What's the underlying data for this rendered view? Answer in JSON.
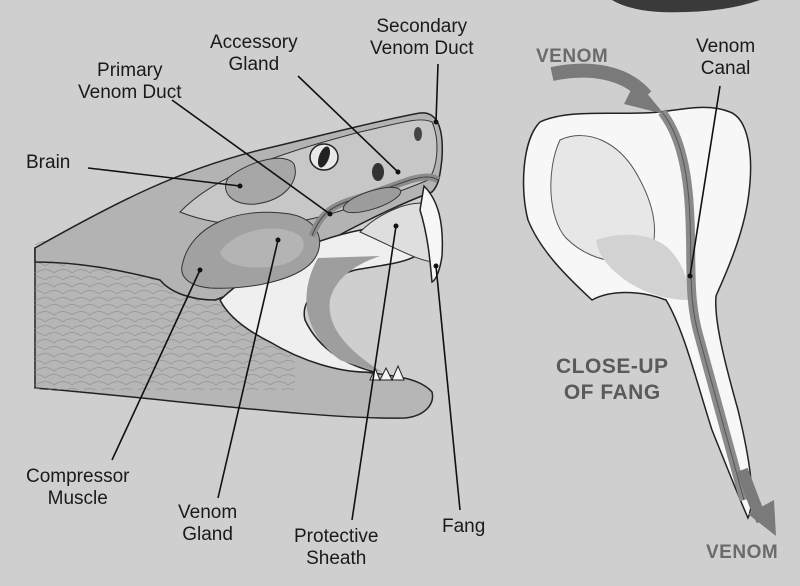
{
  "labels": {
    "secondary_venom_duct": [
      "Secondary",
      "Venom Duct"
    ],
    "accessory_gland": [
      "Accessory",
      "Gland"
    ],
    "primary_venom_duct": [
      "Primary",
      "Venom Duct"
    ],
    "brain": "Brain",
    "compressor_muscle": [
      "Compressor",
      "Muscle"
    ],
    "venom_gland": [
      "Venom",
      "Gland"
    ],
    "protective_sheath": [
      "Protective",
      "Sheath"
    ],
    "fang": "Fang",
    "venom_canal": [
      "Venom",
      "Canal"
    ]
  },
  "closeup_title": [
    "CLOSE-UP",
    "OF FANG"
  ],
  "venom_in": "VENOM",
  "venom_out": "VENOM",
  "colors": {
    "background": "#cfcfcf",
    "head": "#b9b9b9",
    "head_light": "#d6d6d6",
    "mouth": "#f2f2f2",
    "gland": "#a4a4a4",
    "fang_bone": "#f6f6f6",
    "venom_arrow": "#7a7a7a",
    "leader_line": "#111111"
  }
}
